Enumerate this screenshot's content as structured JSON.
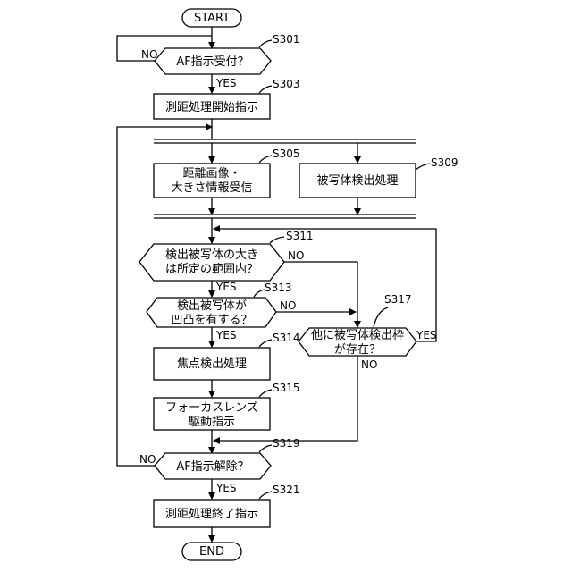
{
  "nodes": {
    "start": "START",
    "s301": {
      "label": "AF指示受付？",
      "step": "S301"
    },
    "s303": {
      "label": "測距処理開始指示",
      "step": "S303"
    },
    "s305": {
      "line1": "距離画像・",
      "line2": "大きさ情報受信",
      "step": "S305"
    },
    "s309": {
      "label": "被写体検出処理",
      "step": "S309"
    },
    "s311": {
      "line1": "検出被写体の大き",
      "line2": "は所定の範囲内？",
      "step": "S311"
    },
    "s313": {
      "line1": "検出被写体が",
      "line2": "凹凸を有する？",
      "step": "S313"
    },
    "s314": {
      "label": "焦点検出処理",
      "step": "S314"
    },
    "s315": {
      "line1": "フォーカスレンズ",
      "line2": "駆動指示",
      "step": "S315"
    },
    "s317": {
      "line1": "他に被写体検出枠",
      "line2": "が存在？",
      "step": "S317"
    },
    "s319": {
      "label": "AF指示解除？",
      "step": "S319"
    },
    "s321": {
      "label": "測距処理終了指示",
      "step": "S321"
    },
    "end": "END"
  },
  "branches": {
    "yes": "YES",
    "no": "NO"
  }
}
